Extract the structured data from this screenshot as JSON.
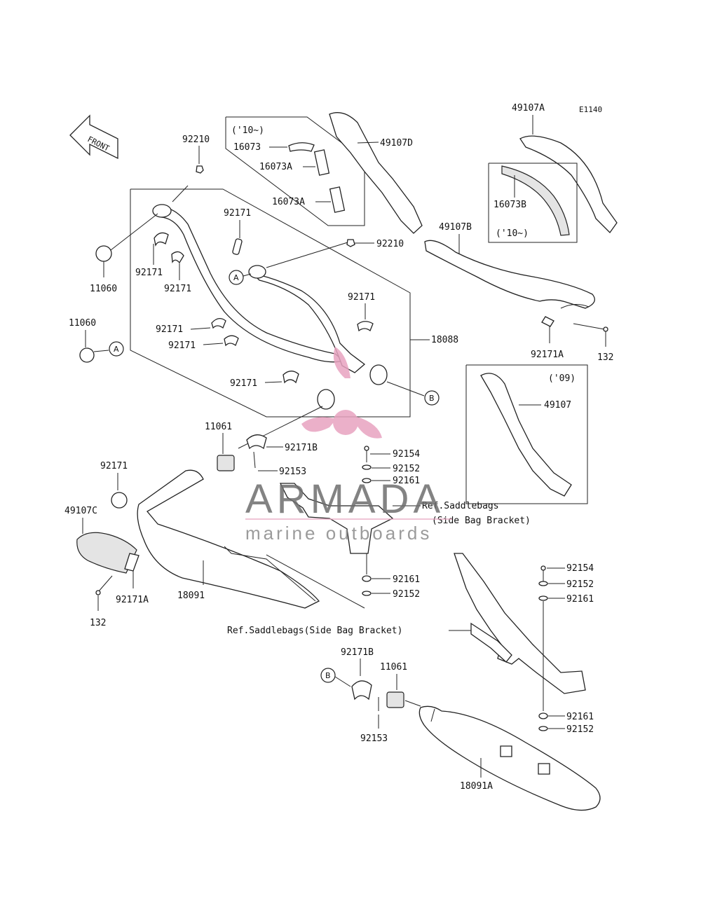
{
  "diagram_code": "E1140",
  "front_label": "FRONT",
  "year_notes": {
    "y10_a": "('10~)",
    "y10_b": "('10~)",
    "y09": "('09)"
  },
  "ref_notes": {
    "saddlebags_upper_1": "Ref.Saddlebags",
    "saddlebags_upper_2": "(Side Bag Bracket)",
    "saddlebags_lower": "Ref.Saddlebags(Side Bag Bracket)"
  },
  "callouts": {
    "a": "A",
    "b": "B"
  },
  "parts": {
    "p49107A": "49107A",
    "p49107D": "49107D",
    "p49107B": "49107B",
    "p49107": "49107",
    "p49107C": "49107C",
    "p16073": "16073",
    "p16073A_1": "16073A",
    "p16073A_2": "16073A",
    "p16073B": "16073B",
    "p92210_1": "92210",
    "p92210_2": "92210",
    "p92171_1": "92171",
    "p92171_2": "92171",
    "p92171_3": "92171",
    "p92171_4": "92171",
    "p92171_5": "92171",
    "p92171_6": "92171",
    "p92171_7": "92171",
    "p92171_8": "92171",
    "p92171A_1": "92171A",
    "p92171A_2": "92171A",
    "p92171B_1": "92171B",
    "p92171B_2": "92171B",
    "p11060_1": "11060",
    "p11060_2": "11060",
    "p11061_1": "11061",
    "p11061_2": "11061",
    "p18088": "18088",
    "p18091": "18091",
    "p18091A": "18091A",
    "p132_1": "132",
    "p132_2": "132",
    "p92154_1": "92154",
    "p92154_2": "92154",
    "p92152_1": "92152",
    "p92152_2": "92152",
    "p92152_3": "92152",
    "p92152_4": "92152",
    "p92161_1": "92161",
    "p92161_2": "92161",
    "p92161_3": "92161",
    "p92161_4": "92161",
    "p92153_1": "92153",
    "p92153_2": "92153"
  },
  "watermark": {
    "brand": "ARMADA",
    "tagline": "marine outboards",
    "logo_color": "#e8a3c0"
  }
}
